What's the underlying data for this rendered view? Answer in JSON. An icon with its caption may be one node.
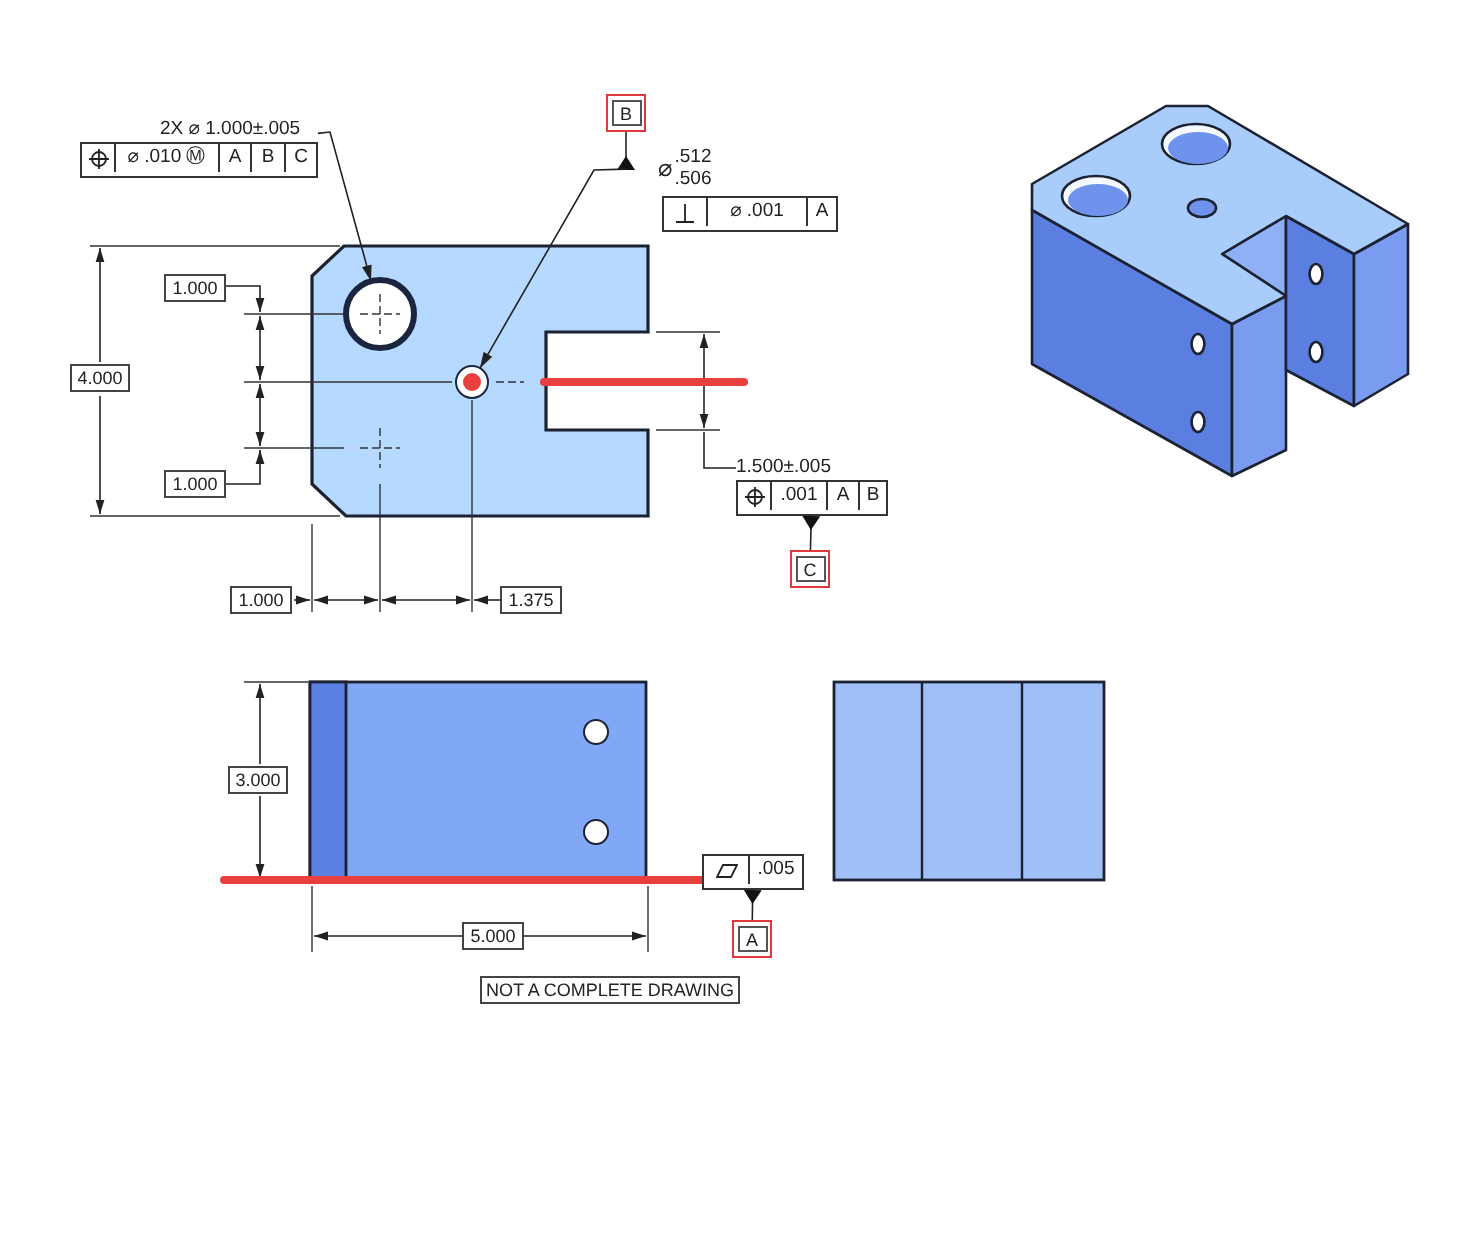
{
  "diagram": {
    "nodes": [
      {
        "text": [
          "2X ⌀ 1.000±.005",
          "⌀ .010 Ⓜ",
          "A",
          "B",
          "C"
        ]
      },
      {
        "text": [],
        "shape": "circle"
      },
      {
        "text": [
          "B"
        ]
      },
      {
        "text": [
          "⌀",
          ".512",
          ".506"
        ]
      },
      {
        "text": [
          "⌀ .001",
          "A"
        ]
      },
      {
        "text": [],
        "shape": "circle"
      },
      {
        "text": [
          "1.500±.005",
          ".001",
          "A",
          "B"
        ]
      },
      {
        "text": [
          "C"
        ]
      },
      {
        "text": [
          ".005"
        ]
      },
      {
        "text": [
          "A"
        ]
      }
    ],
    "edges": [
      {
        "from": 0,
        "to": 1,
        "arrow": "to"
      },
      {
        "from": 2,
        "to": 3,
        "arrow": "other"
      },
      {
        "from": 3,
        "to": 5,
        "arrow": "to"
      },
      {
        "from": 7,
        "to": 6,
        "arrow": "other"
      },
      {
        "from": 9,
        "to": 8,
        "arrow": "other"
      }
    ],
    "labels": [
      "4.000",
      "1.000",
      "1.000",
      "1.000",
      "1.375",
      "3.000",
      "5.000",
      "NOT A COMPLETE DRAWING"
    ]
  }
}
